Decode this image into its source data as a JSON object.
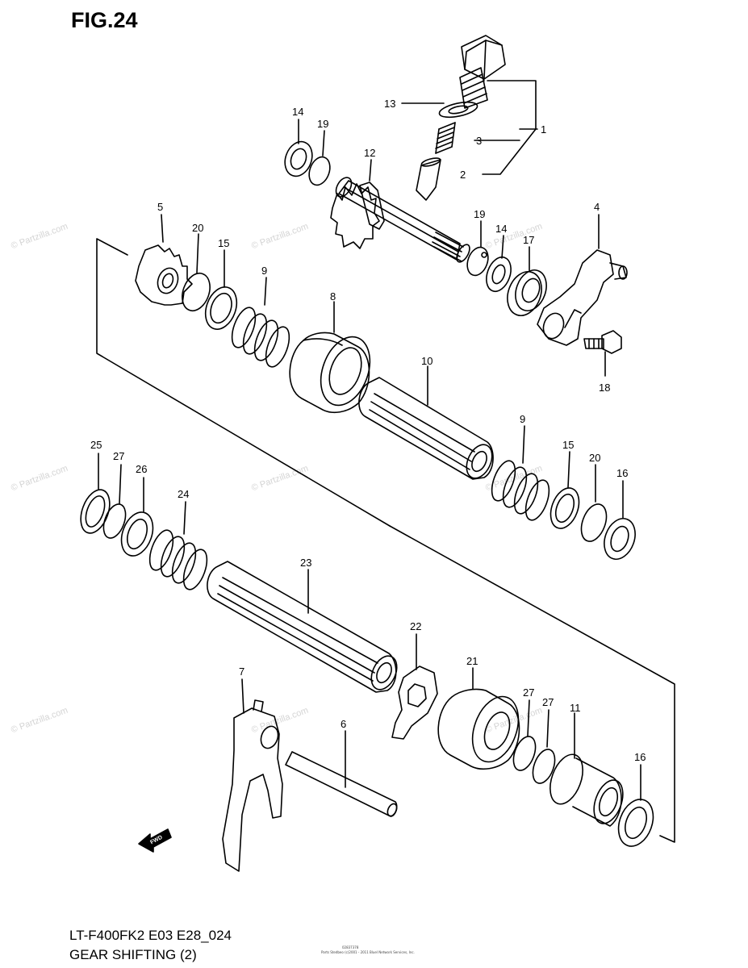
{
  "header": {
    "title": "FIG.24"
  },
  "footer": {
    "model_code": "LT-F400FK2 E03 E28_024",
    "section_title": "GEAR SHIFTING (2)",
    "small_code": "02837378",
    "copyright": "Parts Stedbeo (c)2001 - 2011 Bluel Network Services, Inc."
  },
  "watermark": "© Partzilla.com",
  "callouts": [
    {
      "id": "c1",
      "label": "1"
    },
    {
      "id": "c2",
      "label": "2"
    },
    {
      "id": "c3",
      "label": "3"
    },
    {
      "id": "c4",
      "label": "4"
    },
    {
      "id": "c5",
      "label": "5"
    },
    {
      "id": "c6",
      "label": "6"
    },
    {
      "id": "c7",
      "label": "7"
    },
    {
      "id": "c8",
      "label": "8"
    },
    {
      "id": "c9a",
      "label": "9"
    },
    {
      "id": "c9b",
      "label": "9"
    },
    {
      "id": "c10",
      "label": "10"
    },
    {
      "id": "c11",
      "label": "11"
    },
    {
      "id": "c12",
      "label": "12"
    },
    {
      "id": "c13",
      "label": "13"
    },
    {
      "id": "c14a",
      "label": "14"
    },
    {
      "id": "c14b",
      "label": "14"
    },
    {
      "id": "c15a",
      "label": "15"
    },
    {
      "id": "c15b",
      "label": "15"
    },
    {
      "id": "c16a",
      "label": "16"
    },
    {
      "id": "c16b",
      "label": "16"
    },
    {
      "id": "c17",
      "label": "17"
    },
    {
      "id": "c18",
      "label": "18"
    },
    {
      "id": "c19a",
      "label": "19"
    },
    {
      "id": "c19b",
      "label": "19"
    },
    {
      "id": "c20a",
      "label": "20"
    },
    {
      "id": "c20b",
      "label": "20"
    },
    {
      "id": "c21",
      "label": "21"
    },
    {
      "id": "c22",
      "label": "22"
    },
    {
      "id": "c23",
      "label": "23"
    },
    {
      "id": "c24",
      "label": "24"
    },
    {
      "id": "c25",
      "label": "25"
    },
    {
      "id": "c26",
      "label": "26"
    },
    {
      "id": "c27a",
      "label": "27"
    },
    {
      "id": "c27b",
      "label": "27"
    },
    {
      "id": "c27c",
      "label": "27"
    }
  ],
  "fwd_label": "FWD"
}
